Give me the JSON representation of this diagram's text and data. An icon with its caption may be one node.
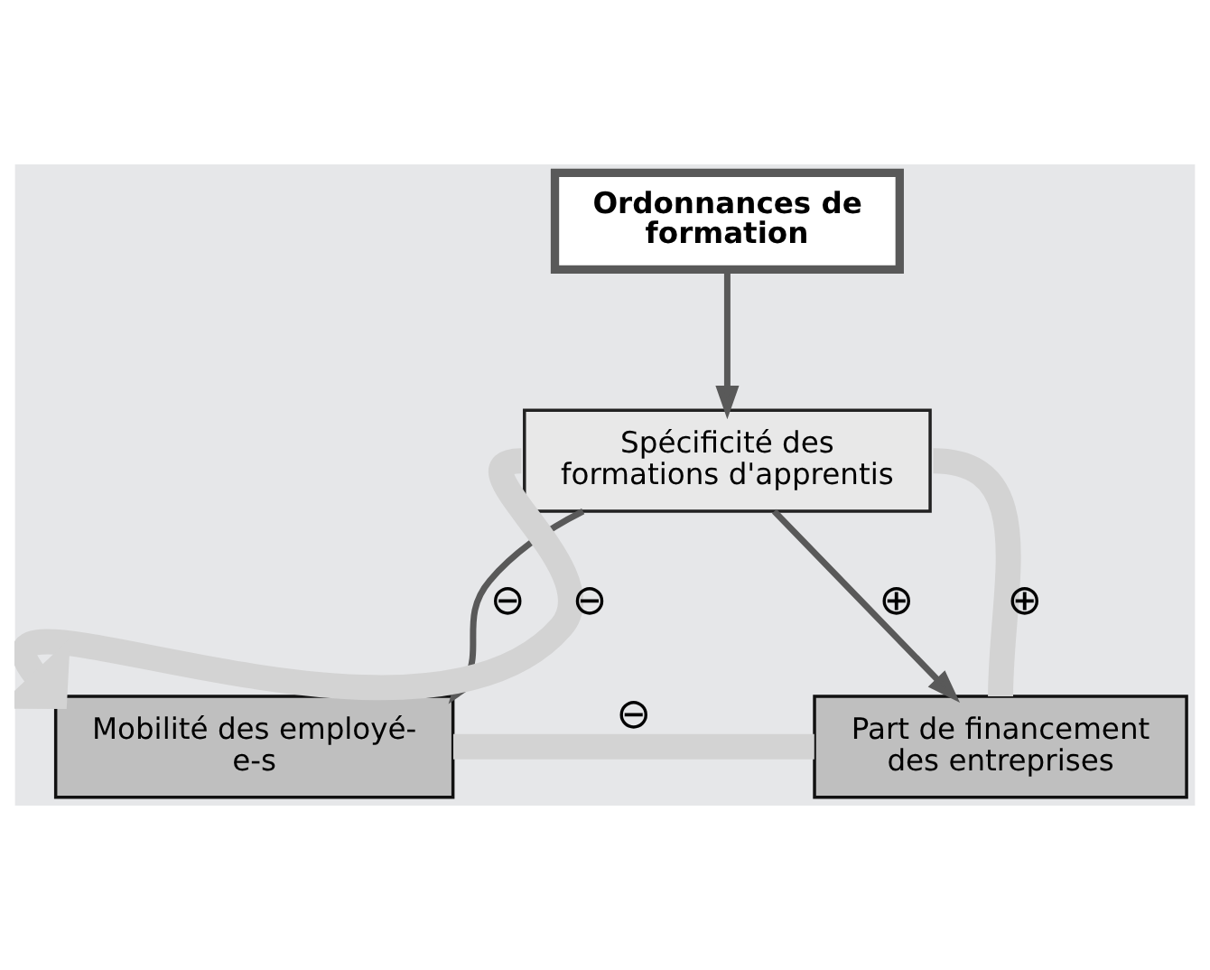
{
  "diagram": {
    "nodes": [
      {
        "text": [
          "Ordonnances de formation"
        ]
      },
      {
        "text": [
          "Spécificité des formations d'apprentis"
        ]
      },
      {
        "text": [
          "Mobilité des employé-e-s"
        ]
      },
      {
        "text": [
          "Part de financement des entreprises"
        ]
      }
    ],
    "edges": [
      {
        "from": 0,
        "to": 1,
        "arrow": "to"
      },
      {
        "from": 1,
        "to": 2,
        "arrow": "to",
        "label": "⊖"
      },
      {
        "from": 1,
        "to": 3,
        "arrow": "to",
        "label": "⊕"
      },
      {
        "from": 2,
        "to": 3,
        "arrow": "none",
        "label": "⊖",
        "style": "thick",
        "color": "#d3d3d3"
      },
      {
        "from": 3,
        "to": 1,
        "arrow": "none",
        "label": "⊕",
        "style": "thick",
        "color": "#d3d3d3"
      },
      {
        "from": 1,
        "to": 2,
        "arrow": "to",
        "label": "⊖",
        "style": "thick",
        "color": "#d3d3d3"
      }
    ]
  }
}
